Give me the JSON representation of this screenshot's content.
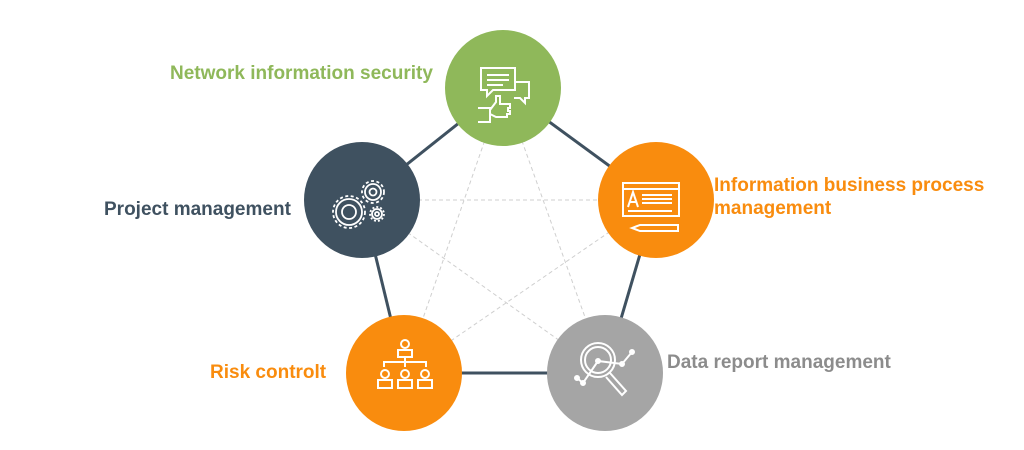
{
  "colors": {
    "green": "#8fb85a",
    "orange": "#f98c0e",
    "dark": "#3f5160",
    "gray": "#a5a5a5",
    "edge": "#3f5160",
    "dashed": "#cfcfcf",
    "icon": "#ffffff"
  },
  "nodes": [
    {
      "id": "network-information-security",
      "label": "Network information security",
      "color": "green",
      "icon": "chat-thumbs-up-icon"
    },
    {
      "id": "information-business-process-management",
      "label_line1": "Information business process",
      "label_line2": "management",
      "color": "orange",
      "icon": "document-pencil-icon"
    },
    {
      "id": "data-report-management",
      "label": "Data report management",
      "color": "gray",
      "icon": "magnifier-chart-icon"
    },
    {
      "id": "risk-controlt",
      "label": "Risk controlt",
      "color": "orange",
      "icon": "org-chart-icon"
    },
    {
      "id": "project-management",
      "label": "Project management",
      "color": "dark",
      "icon": "gears-icon"
    }
  ]
}
